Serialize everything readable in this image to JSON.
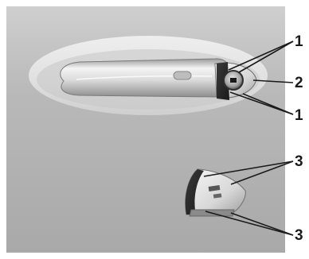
{
  "callouts": {
    "label_1_upper": "1",
    "label_2": "2",
    "label_1_lower": "1",
    "label_3_upper": "3",
    "label_3_lower": "3"
  }
}
